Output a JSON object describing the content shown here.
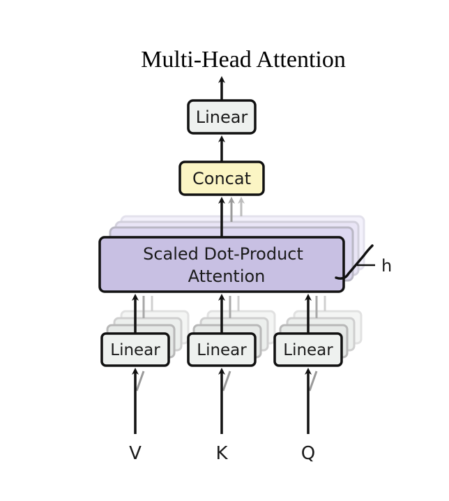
{
  "title": "Multi-Head Attention",
  "blocks": {
    "output_linear": "Linear",
    "concat": "Concat",
    "attention_line1": "Scaled Dot-Product",
    "attention_line2": "Attention",
    "input_linear_v": "Linear",
    "input_linear_k": "Linear",
    "input_linear_q": "Linear"
  },
  "heads_label": "h",
  "inputs": {
    "v": "V",
    "k": "K",
    "q": "Q"
  },
  "colors": {
    "linear_fill": "#eef1ef",
    "concat_fill": "#fbf5c4",
    "attention_fill": "#c8c0e3",
    "stroke": "#111111"
  }
}
